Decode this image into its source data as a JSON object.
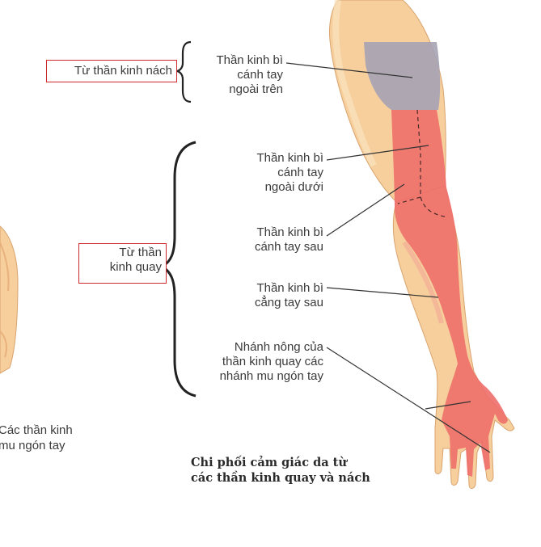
{
  "labels": {
    "axillary_group": "Từ thần kinh nách",
    "radial_group_1": "Từ thần",
    "radial_group_2": "kinh quay",
    "n1_l1": "Thần kinh bì",
    "n1_l2": "cánh tay",
    "n1_l3": "ngoài trên",
    "n2_l1": "Thần kinh bì",
    "n2_l2": "cánh tay",
    "n2_l3": "ngoài dưới",
    "n3_l1": "Thần kinh bì",
    "n3_l2": "cánh tay sau",
    "n4_l1": "Thần kinh bì",
    "n4_l2": "cẳng tay sau",
    "n5_l1": "Nhánh nông của",
    "n5_l2": "thần kinh quay các",
    "n5_l3": "nhánh mu ngón tay",
    "left_cut_1": "Các thần kinh",
    "left_cut_2": "mu ngón tay"
  },
  "caption": {
    "line1": "Chi phối cảm giác da từ",
    "line2": "các thần kinh quay và nách"
  },
  "colors": {
    "skin": "#f6cf9c",
    "skin_light": "#fbe3bf",
    "skin_shadow": "#e9b27d",
    "radial_zone": "#ee6e6a",
    "axillary_zone": "#a7a4b4",
    "box_border": "#d0282e",
    "leader": "#333333"
  }
}
